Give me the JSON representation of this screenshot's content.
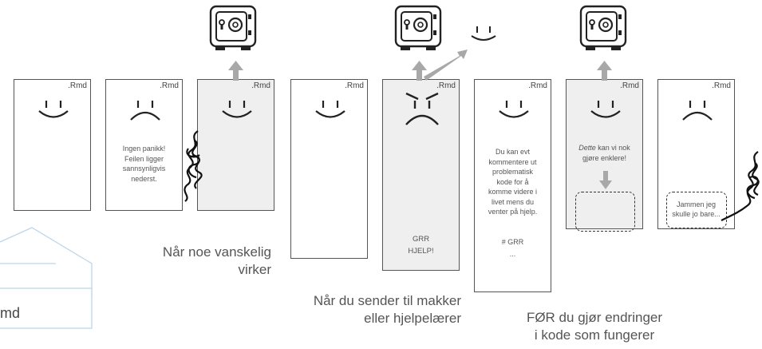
{
  "docs": {
    "d1": {
      "label": ".Rmd",
      "mood": "smile"
    },
    "d2": {
      "label": ".Rmd",
      "mood": "frown",
      "text": "Ingen panikk!\nFeilen ligger\nsannsynligvis\nnederst."
    },
    "d3": {
      "label": ".Rmd",
      "mood": "smile"
    },
    "d4": {
      "label": ".Rmd",
      "mood": "smile"
    },
    "d5": {
      "label": ".Rmd",
      "mood": "angry",
      "text": "GRR\nHJELP!"
    },
    "d6": {
      "label": ".Rmd",
      "mood": "smile",
      "text": "Du kan evt\nkommentere ut\nproblematisk\nkode for å\nkomme videre i\nlivet mens du\nventer på hjelp.",
      "text2": "# GRR\n..."
    },
    "d7": {
      "label": ".Rmd",
      "mood": "smile",
      "text_em": "Dette",
      "text_rest": " kan vi  nok\ngjøre enklere!"
    },
    "d8": {
      "label": ".Rmd",
      "mood": "frown",
      "text": "Jammen jeg\nskulle jo bare..."
    }
  },
  "captions": {
    "c1": "Når noe vanskelig\nvirker",
    "c2": "Når du sender til makker\neller hjelpelærer",
    "c3": "FØR du gjør endringer\ni kode som fungerer"
  },
  "partial_doc": {
    "label": "md"
  },
  "colors": {
    "arrow": "#a8a8a8",
    "ink": "#222222",
    "doc_gray": "#efefef",
    "partial_outline": "#bcd7ec"
  },
  "icons": [
    "safe-icon",
    "arrow-up-icon",
    "arrow-down-icon",
    "smiley-face-icon",
    "sad-face-icon",
    "angry-face-icon",
    "tangled-scribble-icon"
  ]
}
